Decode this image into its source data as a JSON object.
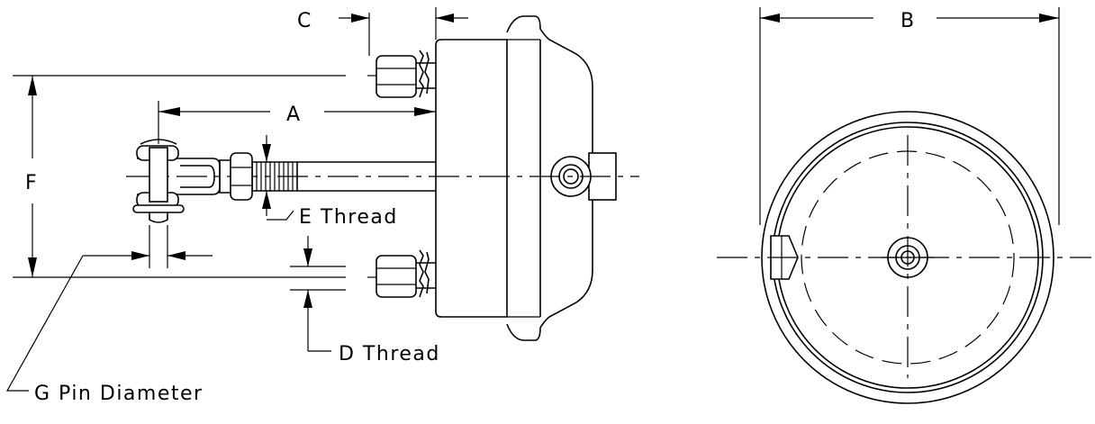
{
  "labels": {
    "a": "A",
    "b": "B",
    "c": "C",
    "d": "D Thread",
    "e": "E Thread",
    "f": "F",
    "g": "G Pin Diameter"
  }
}
